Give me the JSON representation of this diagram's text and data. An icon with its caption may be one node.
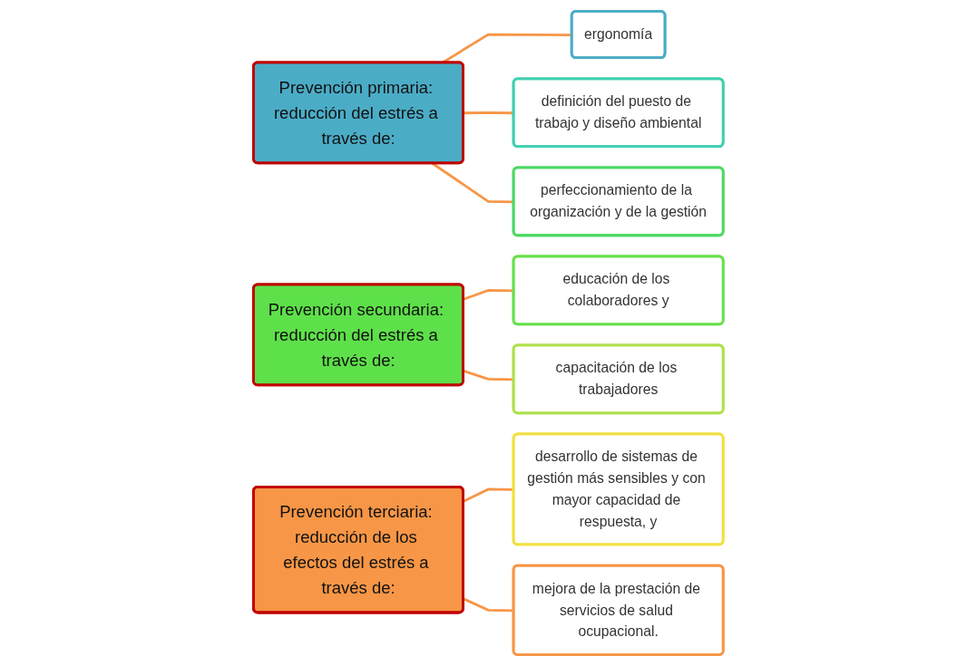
{
  "diagram": {
    "nodes": [
      {
        "text": [
          "Prevención primaria: reducción del estrés a través de:"
        ]
      },
      {
        "text": [
          "ergonomía"
        ]
      },
      {
        "text": [
          "definición del puesto de trabajo y diseño ambiental"
        ]
      },
      {
        "text": [
          "perfeccionamiento de la organización y de la gestión"
        ]
      },
      {
        "text": [
          "Prevención secundaria: reducción del estrés a través de:"
        ]
      },
      {
        "text": [
          "educación de los colaboradores y"
        ]
      },
      {
        "text": [
          "capacitación de los trabajadores"
        ]
      },
      {
        "text": [
          "Prevención terciaria: reducción de los efectos del estrés a través de:"
        ]
      },
      {
        "text": [
          "desarrollo de sistemas de gestión más sensibles y con mayor capacidad de respuesta, y"
        ]
      },
      {
        "text": [
          "mejora de la prestación de servicios de salud ocupacional."
        ]
      }
    ],
    "edges": [
      {
        "from": 0,
        "to": 1,
        "arrow": "none"
      },
      {
        "from": 0,
        "to": 2,
        "arrow": "none"
      },
      {
        "from": 0,
        "to": 3,
        "arrow": "none"
      },
      {
        "from": 4,
        "to": 5,
        "arrow": "none"
      },
      {
        "from": 4,
        "to": 6,
        "arrow": "none"
      },
      {
        "from": 7,
        "to": 8,
        "arrow": "none"
      },
      {
        "from": 7,
        "to": 9,
        "arrow": "none"
      }
    ]
  }
}
